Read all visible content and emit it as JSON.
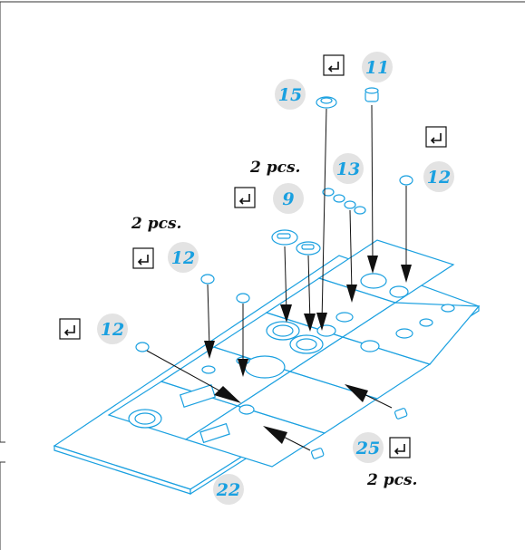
{
  "callouts": [
    {
      "id": "c11",
      "number": "11",
      "glue": true
    },
    {
      "id": "c15",
      "number": "15",
      "glue": false
    },
    {
      "id": "c12a",
      "number": "12",
      "glue": true
    },
    {
      "id": "c13",
      "number": "13",
      "glue": false
    },
    {
      "id": "c9",
      "number": "9",
      "glue": true,
      "quantity": "2 pcs."
    },
    {
      "id": "c12b",
      "number": "12",
      "glue": true,
      "quantity": "2 pcs."
    },
    {
      "id": "c12c",
      "number": "12",
      "glue": true
    },
    {
      "id": "c25",
      "number": "25",
      "glue": true,
      "quantity": "2 pcs."
    },
    {
      "id": "c22",
      "number": "22",
      "glue": false
    }
  ],
  "glue_icon": "glue-hook-icon",
  "colors": {
    "part_line": "#1aa0e0",
    "number_text": "#1aa0e0",
    "bubble": "#e3e3e3",
    "ink": "#111111"
  }
}
